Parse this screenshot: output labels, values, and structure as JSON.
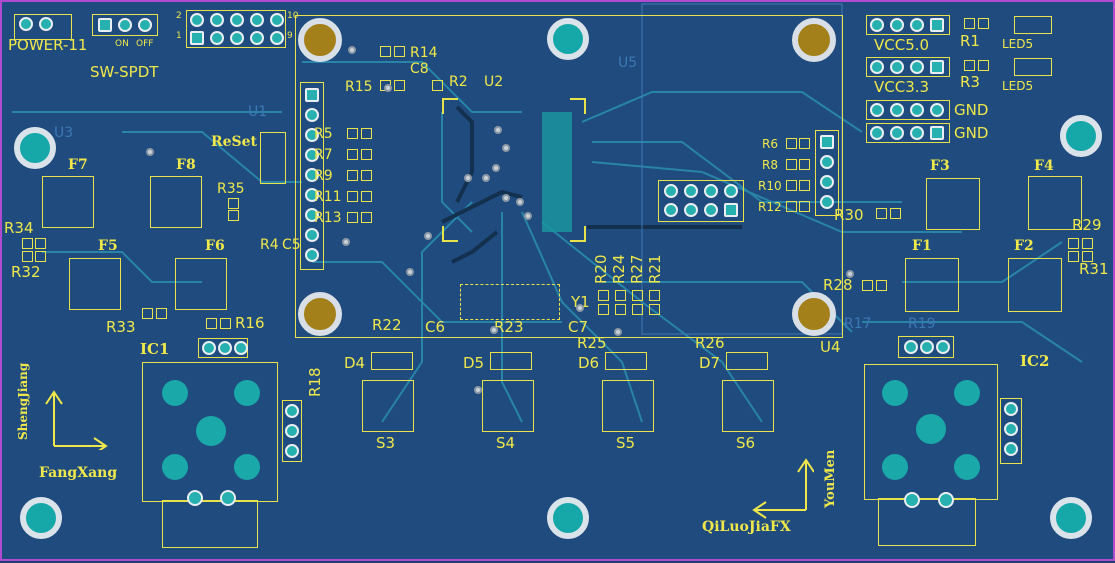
{
  "colors": {
    "board": "#1f4b7e",
    "silkscreen": "#f0e84a",
    "copper": "#1aa8a8",
    "outline": "#b04ad0"
  },
  "power": {
    "label": "POWER-11",
    "on": "ON",
    "off": "OFF",
    "switch": "SW-SPDT"
  },
  "header": {
    "pin_left_top": "2",
    "pin_left_bottom": "1",
    "pin_right_top": "10",
    "pin_right_bottom": "9"
  },
  "reset": "ReSet",
  "mcu": {
    "ref": "U2",
    "module": "U5",
    "u4": "U4",
    "u1": "U1",
    "u3": "U3"
  },
  "power_headers": {
    "vcc5": "VCC5.0",
    "vcc3": "VCC3.3",
    "gnd1": "GND",
    "gnd2": "GND"
  },
  "leds": {
    "led5a": "LED5",
    "led5b": "LED5",
    "r1": "R1",
    "r3": "R3"
  },
  "resistors": {
    "r14": "R14",
    "r15": "R15",
    "r2": "R2",
    "c8": "C8",
    "r5": "R5",
    "r7": "R7",
    "r9": "R9",
    "r11": "R11",
    "r13": "R13",
    "r4": "R4",
    "c5": "C5",
    "r35": "R35",
    "r6": "R6",
    "r8": "R8",
    "r10": "R10",
    "r12": "R12",
    "r20": "R20",
    "r24": "R24",
    "r27": "R27",
    "r21": "R21",
    "r30": "R30",
    "r28": "R28",
    "r29": "R29",
    "r31": "R31",
    "r34": "R34",
    "r32": "R32",
    "r33": "R33",
    "r16": "R16",
    "r18": "R18",
    "r22": "R22",
    "r23": "R23",
    "r25": "R25",
    "r26": "R26",
    "c6": "C6",
    "c7": "C7",
    "y1": "Y1",
    "r17": "R17",
    "r19": "R19"
  },
  "buttons": {
    "f1": "F1",
    "f2": "F2",
    "f3": "F3",
    "f4": "F4",
    "f5": "F5",
    "f6": "F6",
    "f7": "F7",
    "f8": "F8"
  },
  "switches": {
    "s3": "S3",
    "s4": "S4",
    "s5": "S5",
    "s6": "S6"
  },
  "diodes": {
    "d4": "D4",
    "d5": "D5",
    "d6": "D6",
    "d7": "D7"
  },
  "joysticks": {
    "ic1": "IC1",
    "ic2": "IC2"
  },
  "axes": {
    "left_vertical": "ShengJiang",
    "left_horizontal": "FangXang",
    "right_vertical": "YouMen",
    "right_horizontal": "QiLuoJiaFX"
  }
}
